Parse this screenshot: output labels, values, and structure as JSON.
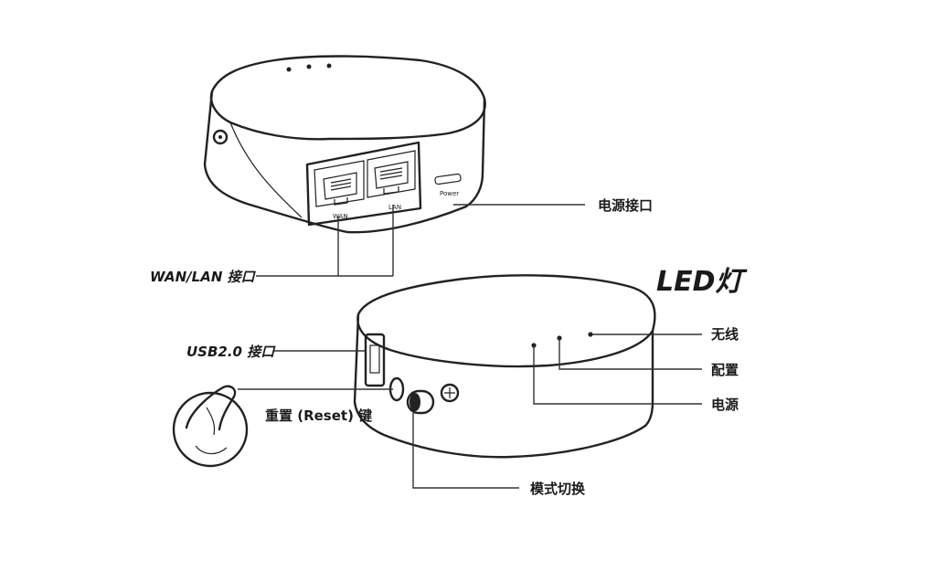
{
  "labels": {
    "power_port": "电源接口",
    "wan_lan_port": "WAN/LAN 接口",
    "led_title": "LED灯",
    "wireless": "无线",
    "config": "配置",
    "power": "电源",
    "usb_port": "USB2.0 接口",
    "reset_button": "重置 (Reset) 键",
    "mode_switch": "模式切换"
  },
  "port_labels": {
    "wan": "WAN",
    "lan": "LAN",
    "power": "Power"
  }
}
